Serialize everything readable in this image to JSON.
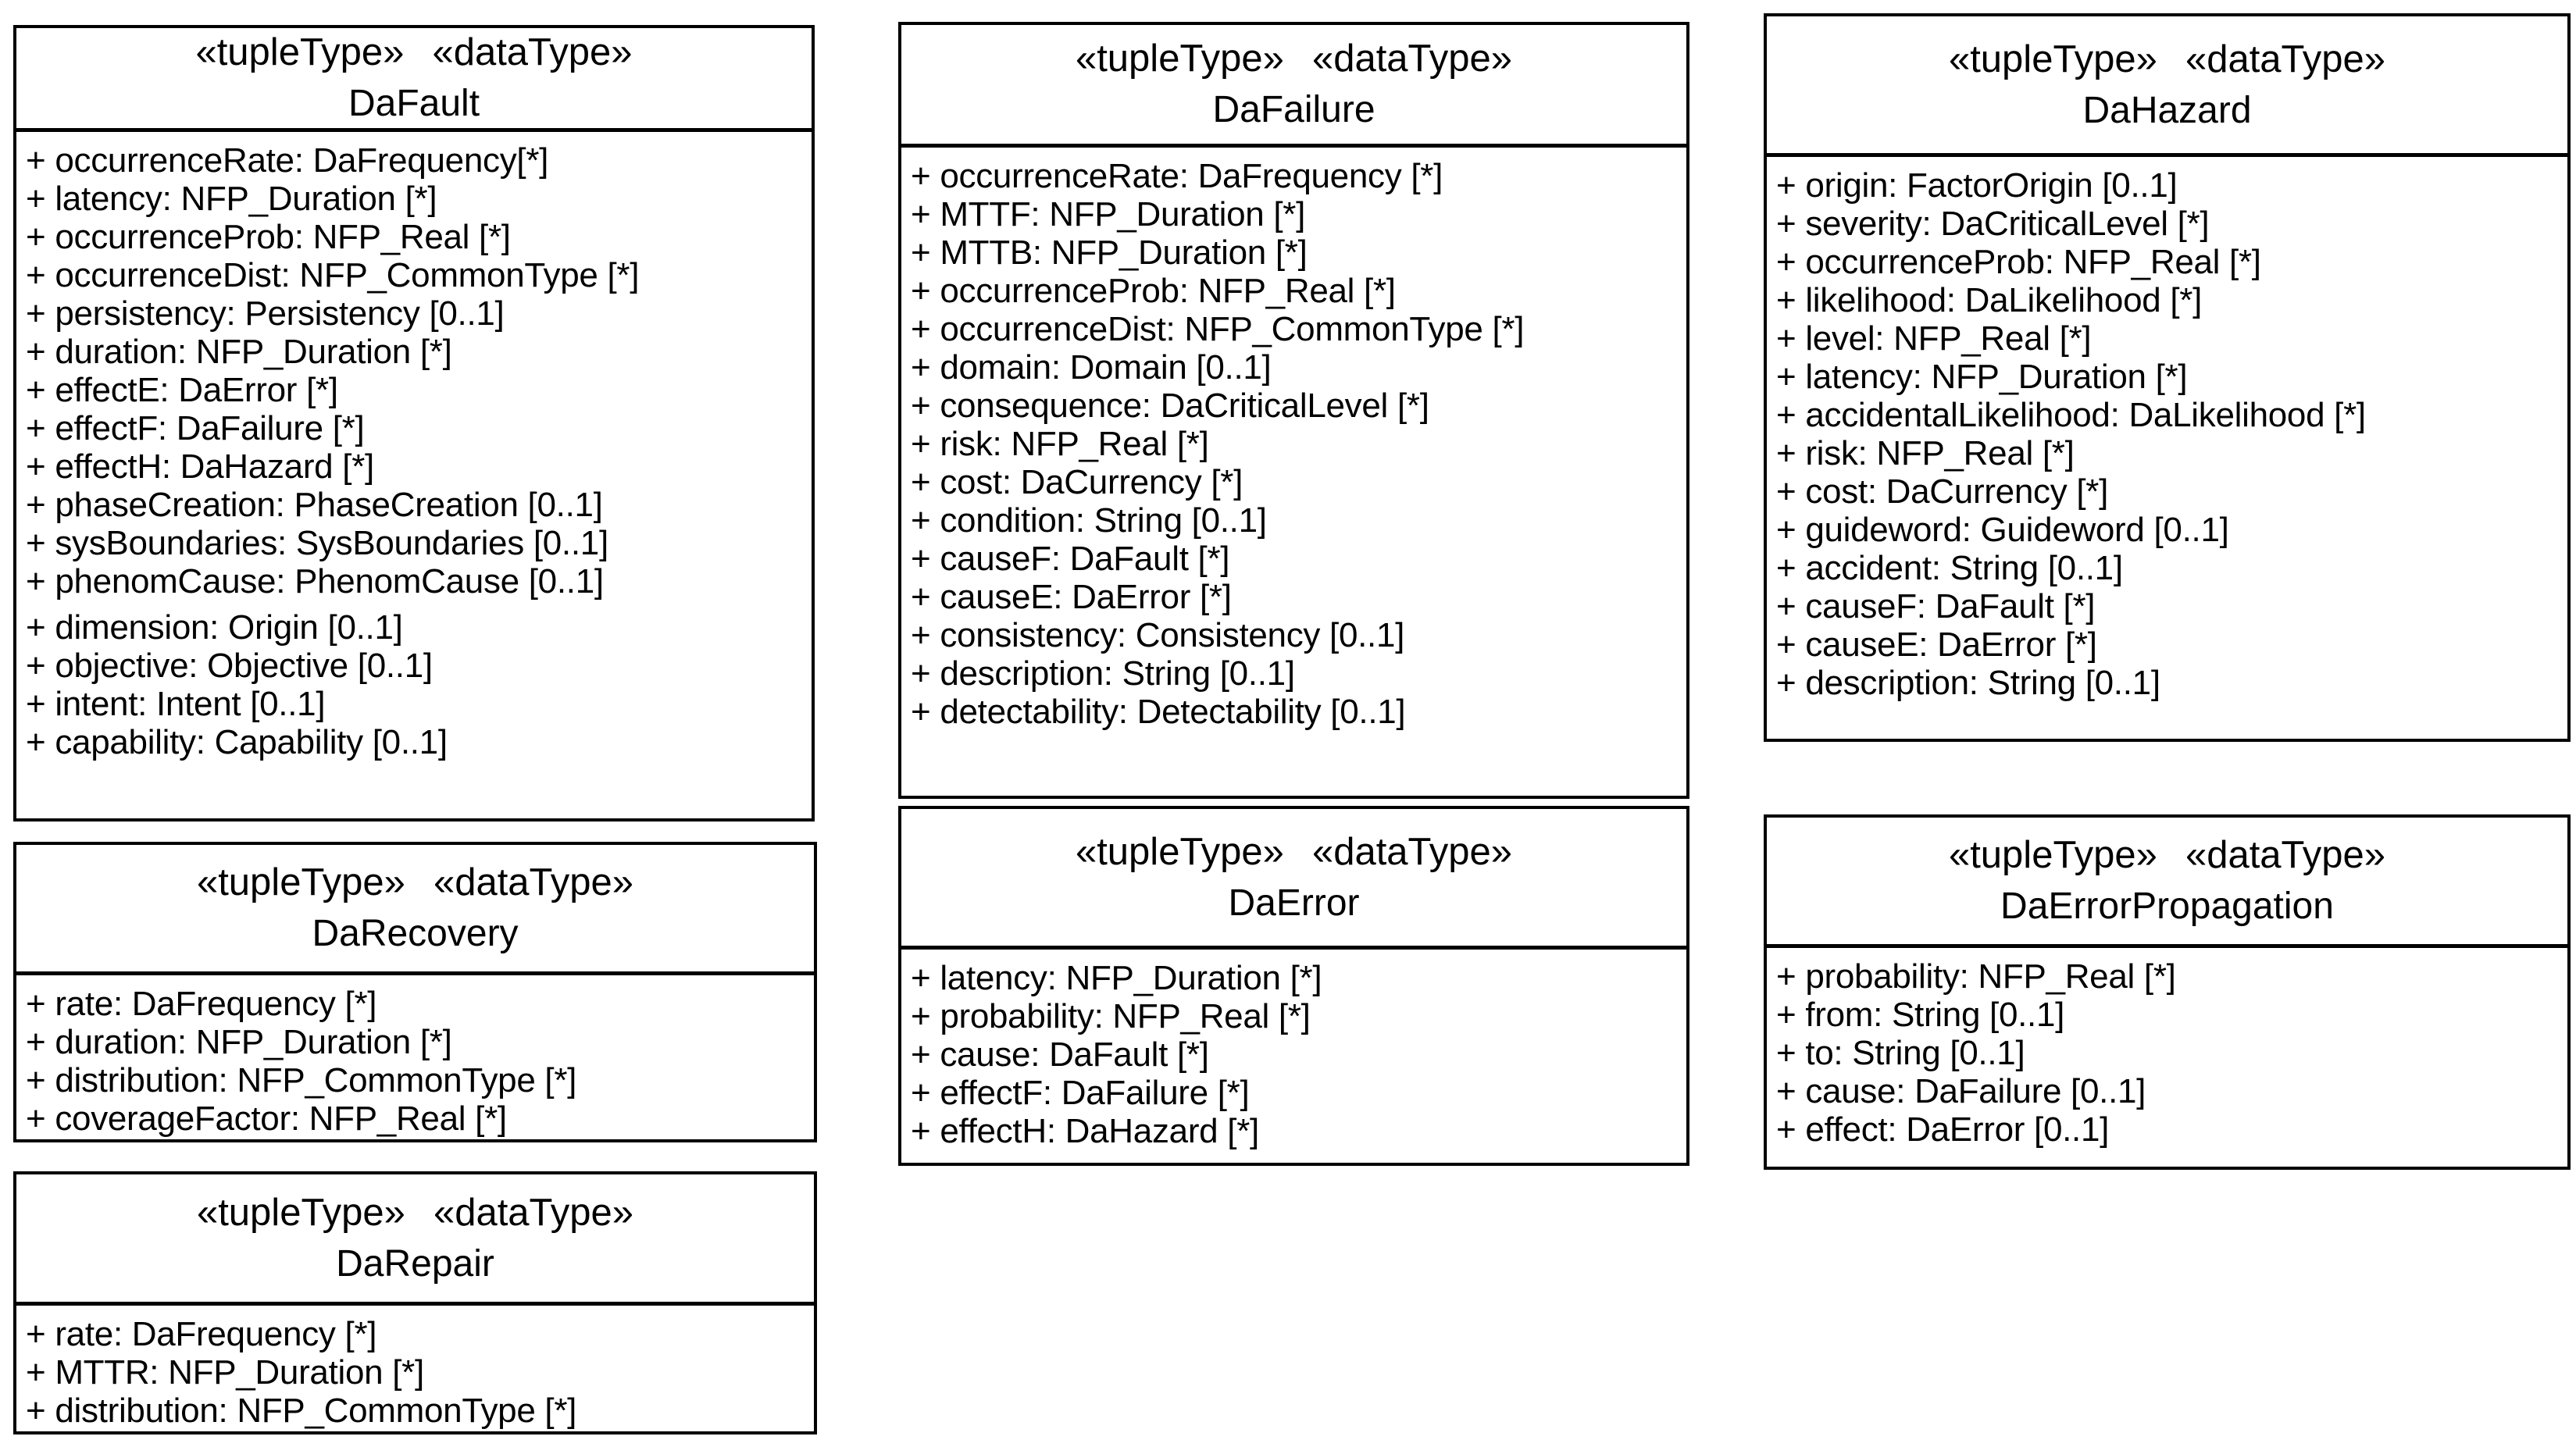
{
  "style": {
    "background_color": "#ffffff",
    "line_color": "#000000",
    "text_color": "#000000"
  },
  "diagram": {
    "classes": [
      {
        "id": "dafault",
        "stereotypes": [
          "«tupleType»",
          "«dataType»"
        ],
        "name": "DaFault",
        "gap_before": 12,
        "attributes": [
          "+ occurrenceRate: DaFrequency[*]",
          "+ latency: NFP_Duration [*]",
          "+ occurrenceProb: NFP_Real [*]",
          "+ occurrenceDist: NFP_CommonType [*]",
          "+ persistency: Persistency [0..1]",
          "+ duration: NFP_Duration [*]",
          "+ effectE: DaError [*]",
          "+ effectF: DaFailure [*]",
          "+ effectH: DaHazard [*]",
          "+ phaseCreation: PhaseCreation [0..1]",
          "+ sysBoundaries: SysBoundaries [0..1]",
          "+ phenomCause: PhenomCause [0..1]",
          "+ dimension: Origin [0..1]",
          "+ objective: Objective [0..1]",
          "+ intent: Intent [0..1]",
          "+ capability: Capability [0..1]"
        ]
      },
      {
        "id": "darecovery",
        "stereotypes": [
          "«tupleType»",
          "«dataType»"
        ],
        "name": "DaRecovery",
        "attributes": [
          "+ rate: DaFrequency [*]",
          "+ duration: NFP_Duration [*]",
          "+ distribution: NFP_CommonType [*]",
          "+ coverageFactor: NFP_Real [*]"
        ]
      },
      {
        "id": "darepair",
        "stereotypes": [
          "«tupleType»",
          "«dataType»"
        ],
        "name": "DaRepair",
        "attributes": [
          "+ rate: DaFrequency [*]",
          "+ MTTR: NFP_Duration [*]",
          "+ distribution: NFP_CommonType [*]"
        ]
      },
      {
        "id": "dafailure",
        "stereotypes": [
          "«tupleType»",
          "«dataType»"
        ],
        "name": "DaFailure",
        "attributes": [
          "+ occurrenceRate: DaFrequency [*]",
          "+ MTTF: NFP_Duration [*]",
          "+ MTTB: NFP_Duration [*]",
          "+ occurrenceProb: NFP_Real [*]",
          "+ occurrenceDist: NFP_CommonType [*]",
          "+ domain: Domain [0..1]",
          "+ consequence: DaCriticalLevel [*]",
          "+ risk: NFP_Real [*]",
          "+ cost: DaCurrency [*]",
          "+ condition: String [0..1]",
          "+ causeF: DaFault [*]",
          "+ causeE: DaError [*]",
          "+ consistency: Consistency [0..1]",
          "+ description: String [0..1]",
          "+ detectability: Detectability [0..1]"
        ]
      },
      {
        "id": "daerror",
        "stereotypes": [
          "«tupleType»",
          "«dataType»"
        ],
        "name": "DaError",
        "attributes": [
          "+ latency: NFP_Duration [*]",
          "+ probability: NFP_Real [*]",
          "+ cause: DaFault [*]",
          "+ effectF: DaFailure [*]",
          "+ effectH: DaHazard [*]"
        ]
      },
      {
        "id": "dahazard",
        "stereotypes": [
          "«tupleType»",
          "«dataType»"
        ],
        "name": "DaHazard",
        "attributes": [
          "+ origin: FactorOrigin [0..1]",
          "+ severity: DaCriticalLevel [*]",
          "+ occurrenceProb: NFP_Real [*]",
          "+ likelihood: DaLikelihood [*]",
          "+ level: NFP_Real [*]",
          "+ latency: NFP_Duration [*]",
          "+ accidentalLikelihood: DaLikelihood [*]",
          "+ risk: NFP_Real [*]",
          "+ cost: DaCurrency [*]",
          "+ guideword: Guideword [0..1]",
          "+ accident: String [0..1]",
          "+ causeF: DaFault [*]",
          "+ causeE: DaError [*]",
          "+ description: String [0..1]"
        ]
      },
      {
        "id": "daerrorpropagation",
        "stereotypes": [
          "«tupleType»",
          "«dataType»"
        ],
        "name": "DaErrorPropagation",
        "attributes": [
          "+ probability: NFP_Real [*]",
          "+ from: String [0..1]",
          "+ to: String [0..1]",
          "+ cause: DaFailure [0..1]",
          "+ effect: DaError [0..1]"
        ]
      }
    ]
  }
}
